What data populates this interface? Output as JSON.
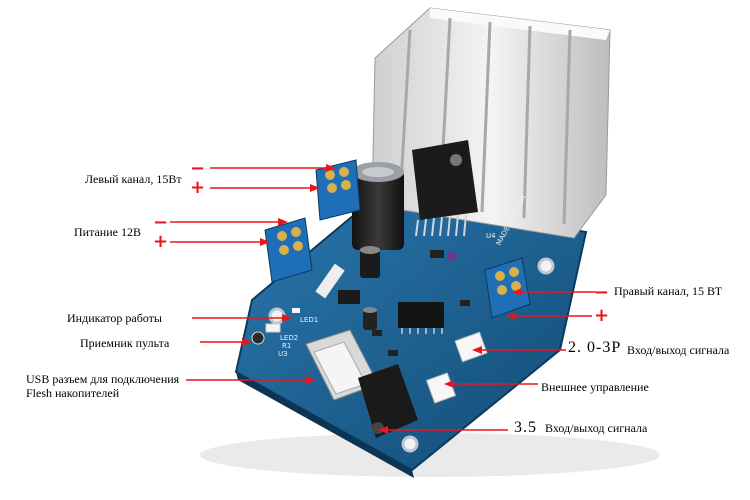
{
  "colors": {
    "arrow": "#e8161b",
    "board": "#1a5e8f",
    "terminal": "#1e6fb8",
    "heatsink": "#e6e6e6"
  },
  "labels": {
    "left_channel": "Левый канал, 15Вт",
    "power": "Питание 12В",
    "indicator": "Индикатор работы",
    "remote": "Приемник пульта",
    "usb_line1": "USB разъем для подключения",
    "usb_line2": "Flesh накопителей",
    "right_channel": "Правый канал, 15 ВТ",
    "conn_size": "2. 0-3P",
    "io_signal": "Вход/выход сигнала",
    "external": "Внешнее управление",
    "jack_size": "3.5",
    "io_signal2": "Вход/выход сигнала"
  },
  "signs": {
    "minus": "−",
    "plus": "+"
  },
  "board_silk": {
    "made_in": "MADE IN GUILIN",
    "led": "LED1",
    "led2": "LED2",
    "r1": "R1",
    "u3": "U3",
    "u4": "U4"
  }
}
